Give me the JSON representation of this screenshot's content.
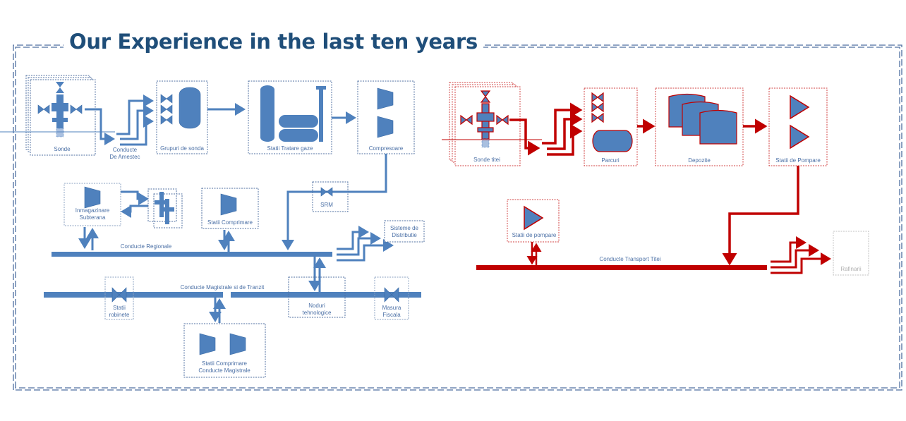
{
  "title": "Our Experience in the last ten years",
  "colors": {
    "gas_blue": "#4f81bd",
    "oil_red": "#c00000",
    "frame": "#4f6fa0",
    "title": "#1f4e79",
    "label": "#4a6fa5",
    "inactive": "#b0b0b0"
  },
  "gas": {
    "sonde": "Sonde",
    "conducte_amestec": [
      "Conducte",
      "De Amestec"
    ],
    "grupuri_sonda": "Grupuri de sonda",
    "statii_tratare": "Statii Tratare gaze",
    "compresoare": "Compresoare",
    "srm": "SRM",
    "inmagazinare": [
      "Inmagazinare",
      "Subterana"
    ],
    "statii_comprimare": "Statii Comprimare",
    "conducte_regionale": "Conducte Regionale",
    "sisteme_distributie": [
      "Sisteme de",
      "Distributie"
    ],
    "conducte_magistrale": "Conducte Magistrale si de Tranzit",
    "statii_robinete": [
      "Statii",
      "robinete"
    ],
    "noduri_tehnologice": [
      "Noduri",
      "tehnologice"
    ],
    "masura_fiscala": [
      "Masura",
      "Fiscala"
    ],
    "statii_comprimare_magistrale": [
      "Statii Comprimare",
      "Conducte Magistrale"
    ]
  },
  "oil": {
    "sonde_titei": "Sonde titei",
    "parcuri": "Parcuri",
    "depozite": "Depozite",
    "statii_pompare": "Statii de Pompare",
    "statii_pompare_2": "Statii de pompare",
    "conducte_transport": "Conducte Transport Titei",
    "rafinarii": "Rafinarii"
  }
}
